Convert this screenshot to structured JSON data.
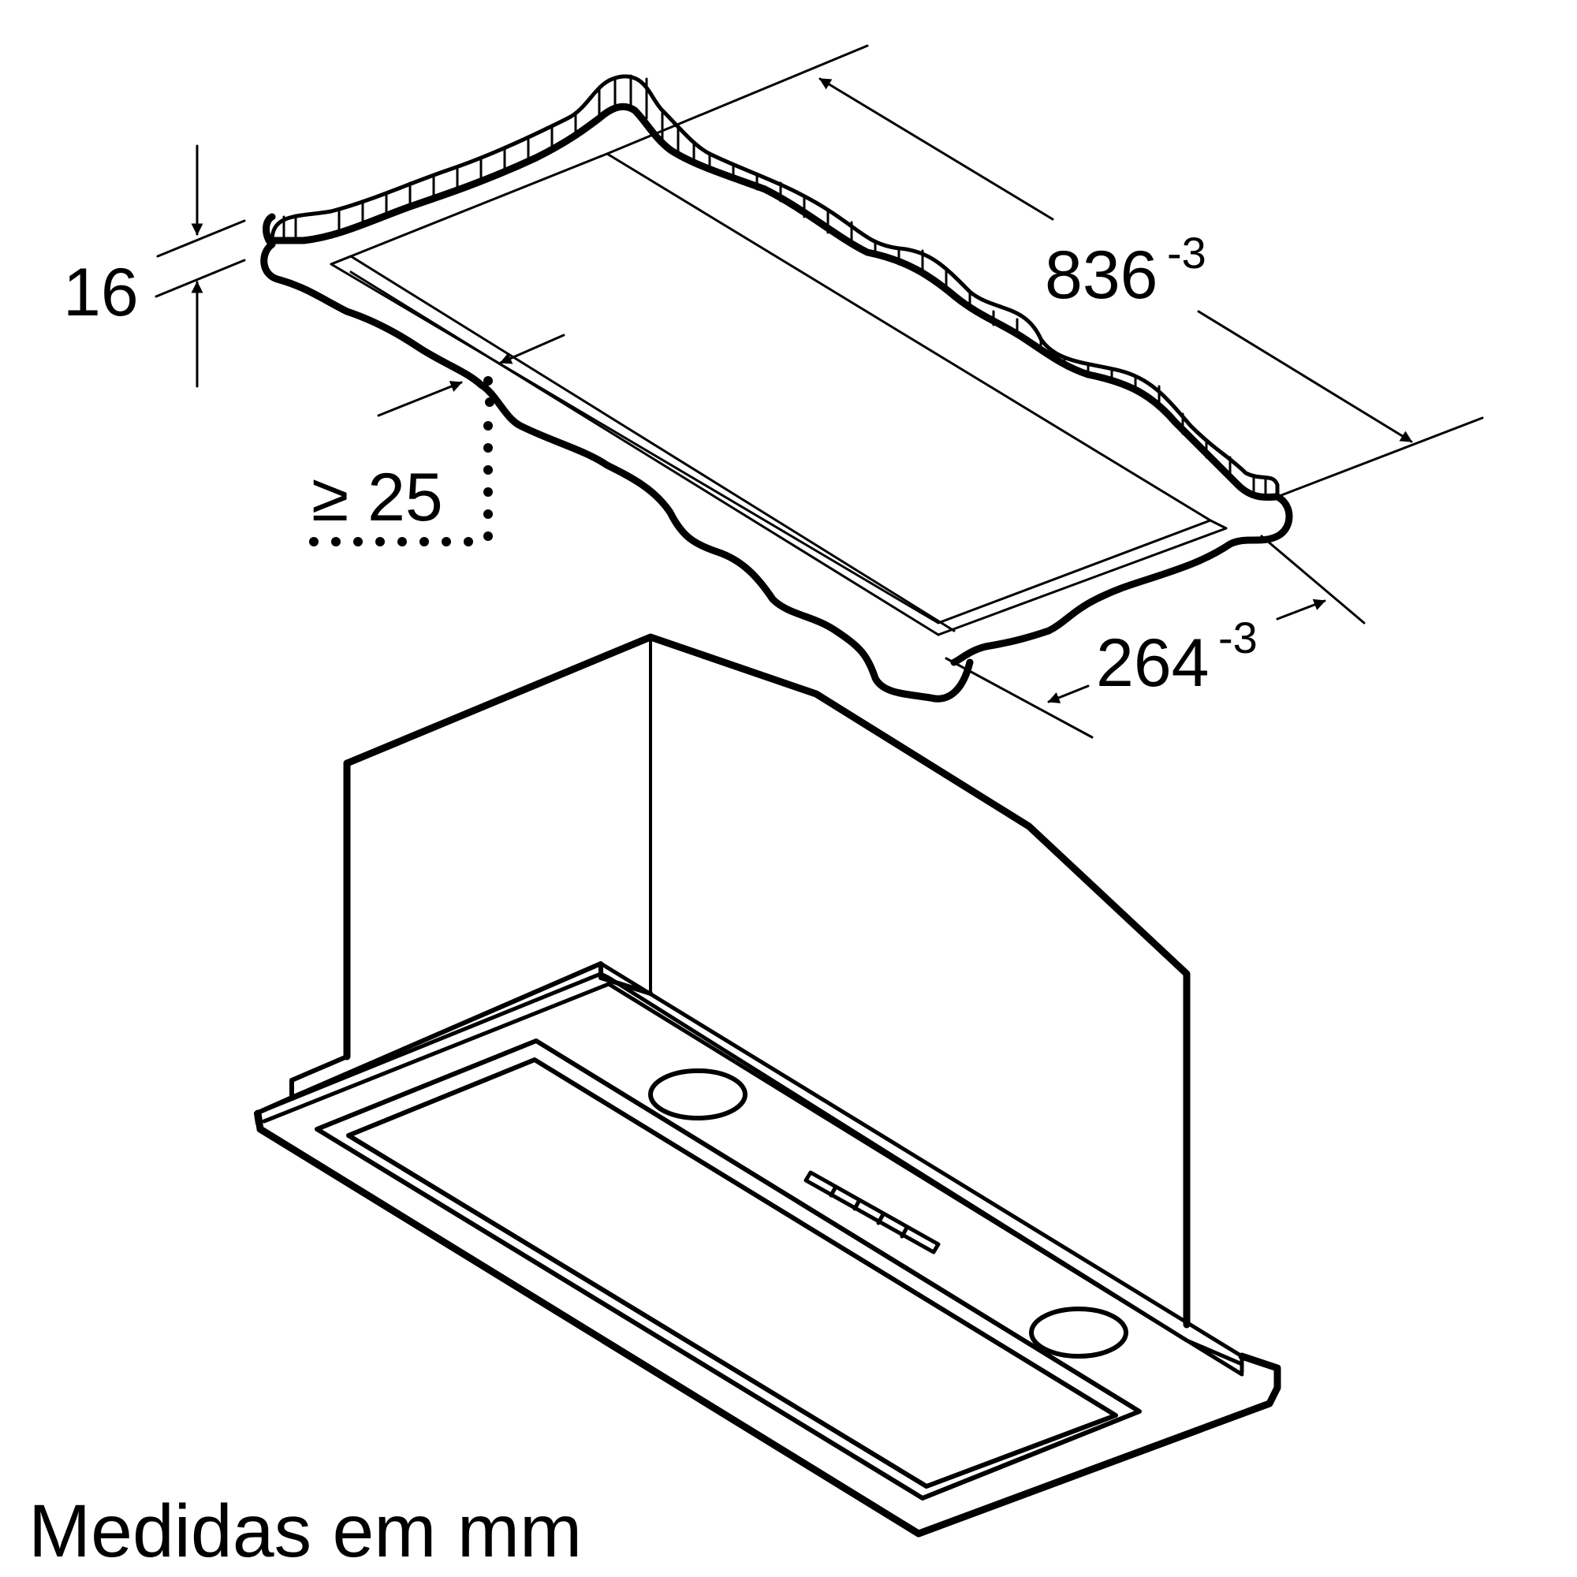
{
  "diagram": {
    "type": "installation-dimension-drawing",
    "subject": "built-in cooker hood (cutout in cabinet)",
    "colors": {
      "line": "#000000",
      "background": "#ffffff"
    },
    "dimensions": {
      "length": {
        "value": "836",
        "tolerance": "-3"
      },
      "width": {
        "value": "264",
        "tolerance": "-3"
      },
      "board_thickness": {
        "value": "16"
      },
      "min_edge_distance": {
        "symbol": "≥",
        "value": "25",
        "label": "≥ 25"
      }
    },
    "caption": "Medidas em mm"
  }
}
